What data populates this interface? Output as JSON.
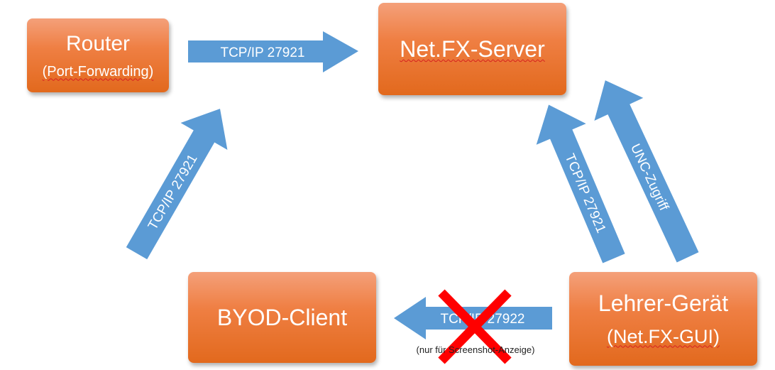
{
  "nodes": {
    "router": {
      "title": "Router",
      "subtitle": "(Port-Forwarding)"
    },
    "server": {
      "title": "Net.FX-Server"
    },
    "byod": {
      "title": "BYOD-Client"
    },
    "teacher": {
      "title": "Lehrer-Gerät",
      "subtitle": "(Net.FX-GUI)"
    }
  },
  "edges": {
    "router_to_server": "TCP/IP 27921",
    "byod_to_router": "TCP/IP 27921",
    "teacher_to_server": "TCP/IP 27921",
    "teacher_unc": "UNC-Zugriff",
    "teacher_to_byod": "TCP/IP 27922",
    "teacher_to_byod_note": "(nur für Screenshot-Anzeige)"
  },
  "colors": {
    "node_fill": "#ef7f43",
    "arrow_fill": "#5b9bd5",
    "cross": "#ff0000"
  }
}
